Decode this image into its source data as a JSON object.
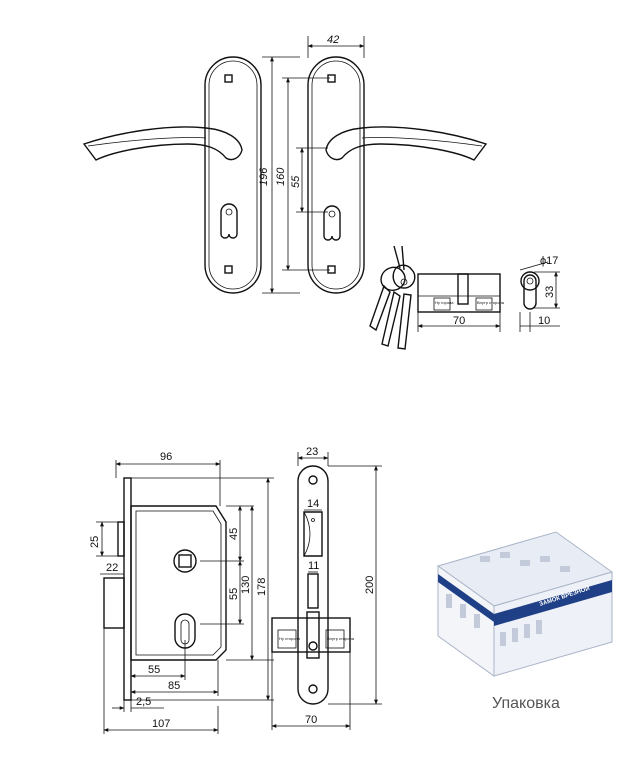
{
  "handle_set": {
    "dim_width": "42",
    "dim_height": "196",
    "dim_axis": "160",
    "dim_spindle": "55"
  },
  "cylinder": {
    "dim_length": "70",
    "dim_diameter": "ϕ17",
    "dim_height": "33",
    "dim_offset": "10",
    "label_left": "Ну горонa",
    "label_right": "Внутр сторона"
  },
  "lock_body": {
    "dim_width": "96",
    "dim_top": "25",
    "dim_front": "22",
    "dim_upper": "45",
    "dim_mid": "55",
    "dim_height_inner": "130",
    "dim_height_outer": "178",
    "dim_backset_upper": "55",
    "dim_backset": "85",
    "dim_plate": "2,5",
    "dim_total": "107"
  },
  "faceplate": {
    "dim_width": "23",
    "dim_latch": "14",
    "dim_bolt": "11",
    "dim_height": "200",
    "dim_strike": "70",
    "label_left": "Ну сторона",
    "label_right": "Внутр сторона"
  },
  "box": {
    "label_side": "ЗАМОК ВРЕЗНОЙ",
    "caption": "Упаковка",
    "brand_color": "#1f3f86"
  }
}
